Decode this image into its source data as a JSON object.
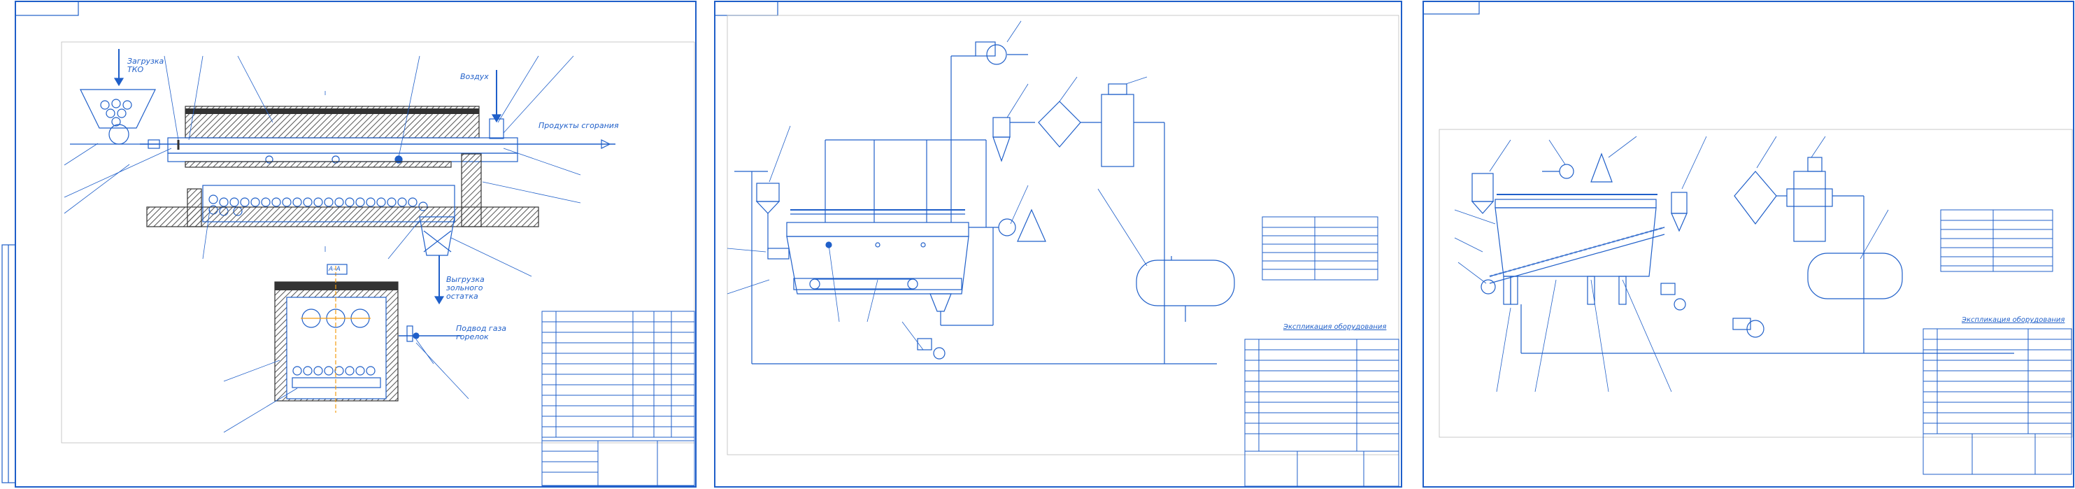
{
  "colors": {
    "line": "#1f5fc9",
    "fill_light": "#d8e6fb",
    "hatch": "#5a5a5a"
  },
  "sheet1": {
    "labels": {
      "feed": "Загрузка ТКО",
      "air": "Воздух",
      "combustion": "Продукты сгорания",
      "unload": "Выгрузка зольного остатка",
      "gas": "Подвод газа горелок",
      "section": "А–А"
    }
  },
  "sheet2": {
    "spec_title": "Экспликация оборудования"
  },
  "sheet3": {
    "spec_title": "Экспликация оборудования"
  }
}
